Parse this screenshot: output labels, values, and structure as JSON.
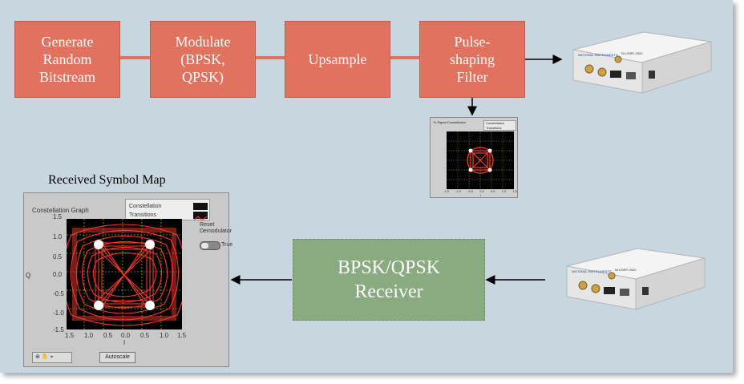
{
  "blocks": {
    "generate": "Generate\nRandom\nBitstream",
    "modulate": "Modulate\n(BPSK,\nQPSK)",
    "upsample": "Upsample",
    "pulse_shaping": "Pulse-\nshaping\nFilter"
  },
  "receiver": {
    "label": "BPSK/QPSK\nReceiver"
  },
  "devices": {
    "label": "NI USRP-2920",
    "brand": "NATIONAL INSTRUMENTS"
  },
  "small_graph": {
    "title": "Tx Signal Constellation",
    "legend": [
      "Constellation",
      "Transitions"
    ],
    "x_ticks": [
      "-1.5",
      "-1.0",
      "-0.5",
      "0.0",
      "0.5",
      "1.0",
      "1.5"
    ],
    "x_label": "I"
  },
  "received_map": {
    "heading": "Received Symbol Map",
    "graph_title": "Constellation Graph",
    "legend": [
      "Constellation",
      "Transitions"
    ],
    "y_label": "Q",
    "x_label": "I",
    "y_ticks": [
      "1.5",
      "1.0",
      "0.5",
      "0.0",
      "-0.5",
      "-1.0",
      "-1.5"
    ],
    "x_ticks": [
      "1.5",
      "1.0",
      "0.5",
      "0.0",
      "0.5",
      "1.0",
      "1.5"
    ],
    "reset_label": "Reset\nDemodulator",
    "switch_state": "True",
    "autoscale_button": "Autoscale"
  },
  "colors": {
    "background": "#c8d6df",
    "tx_block": "#e0725f",
    "rx_block": "#8aaa80",
    "plot_bg": "#000000",
    "grid": "#d8d800",
    "trace": "#ff3b2f"
  }
}
